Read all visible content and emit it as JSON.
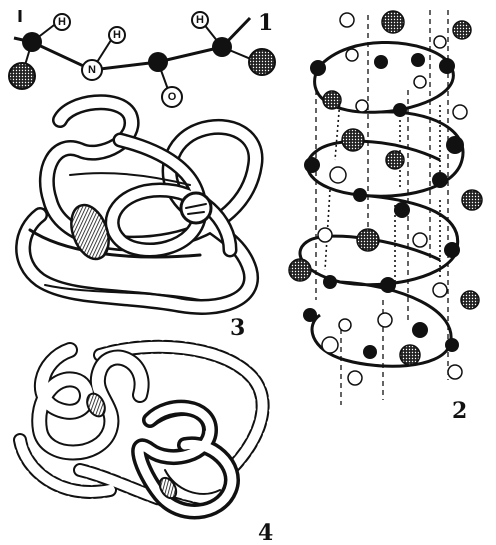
{
  "panels": [
    {
      "id": "primary-chain",
      "number": "1"
    },
    {
      "id": "alpha-helix",
      "number": "2"
    },
    {
      "id": "tertiary-fold",
      "number": "3"
    },
    {
      "id": "quaternary-assembly",
      "number": "4"
    }
  ],
  "chain_atoms": {
    "h1": "H",
    "h2": "H",
    "h3": "H",
    "n": "N",
    "o": "O"
  },
  "colors": {
    "ink": "#111111",
    "paper": "#ffffff"
  }
}
